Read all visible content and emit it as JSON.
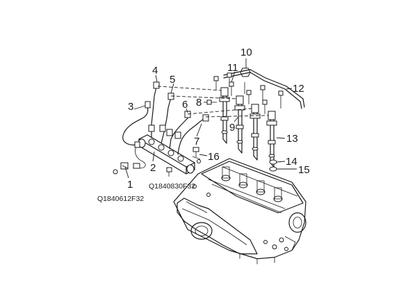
{
  "callouts": {
    "c1": "1",
    "c2": "2",
    "c3": "3",
    "c4": "4",
    "c5": "5",
    "c6": "6",
    "c7": "7",
    "c8": "8",
    "c9": "9",
    "c10": "10",
    "c11": "11",
    "c12": "12",
    "c13": "13",
    "c14": "14",
    "c15": "15",
    "c16": "16"
  },
  "figure_codes": {
    "left": "Q1840612F32",
    "center": "Q1840830F32"
  }
}
